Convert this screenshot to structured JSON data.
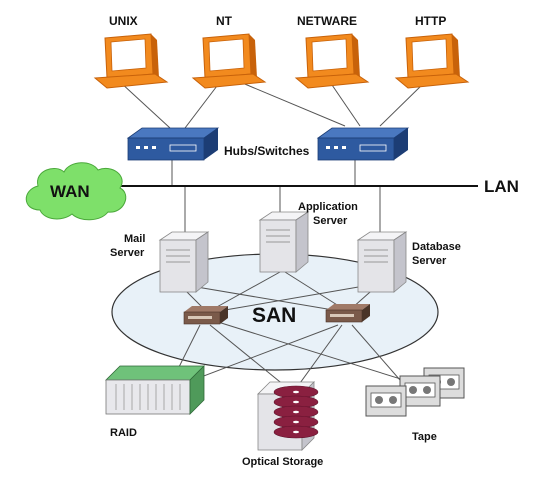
{
  "labels": {
    "unix": "UNIX",
    "nt": "NT",
    "netware": "NETWARE",
    "http": "HTTP",
    "hubs": "Hubs/Switches",
    "wan": "WAN",
    "lan": "LAN",
    "mail1": "Mail",
    "mail2": "Server",
    "app1": "Application",
    "app2": "Server",
    "db1": "Database",
    "db2": "Server",
    "san": "SAN",
    "raid": "RAID",
    "optical": "Optical Storage",
    "tape": "Tape"
  },
  "colors": {
    "monitor": "#f28a1e",
    "monitor_dark": "#c8620a",
    "screen": "#ffffff",
    "hub": "#2e5aa0",
    "hub_dark": "#1c3d75",
    "wan_cloud": "#7ee06a",
    "san_ellipse": "#e8f1f8",
    "server": "#e4e4e8",
    "san_switch": "#7a5a4a",
    "raid": "#4f9a5a",
    "disk": "#8a2040",
    "line": "#555555"
  },
  "icons": [
    "computer-icon",
    "hub-icon",
    "cloud-icon",
    "server-icon",
    "san-switch-icon",
    "raid-array-icon",
    "optical-disk-stack-icon",
    "tape-cartridge-icon"
  ]
}
